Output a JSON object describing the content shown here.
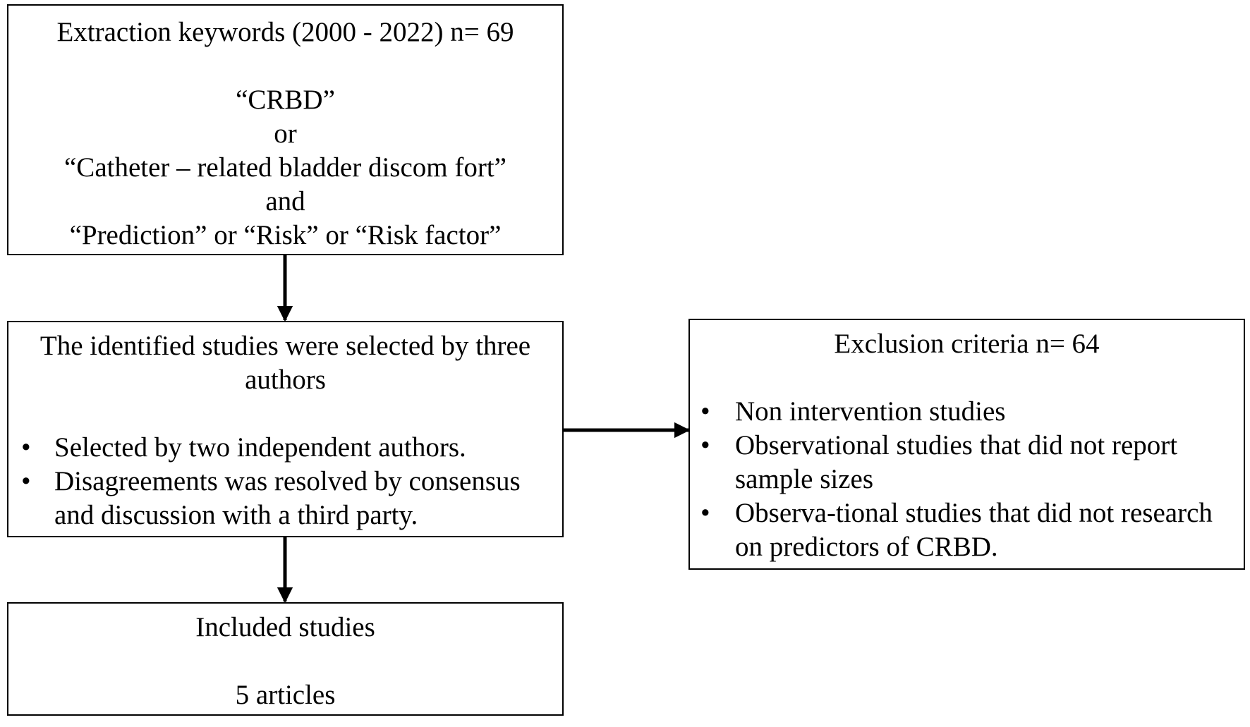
{
  "search_box": {
    "lines": [
      "Extraction keywords (2000 - 2022) n= 69",
      "“CRBD”",
      "or",
      "“Catheter – related bladder discom fort”",
      "and",
      "“Prediction” or “Risk” or “Risk factor”"
    ]
  },
  "selection_box": {
    "title_line1": "The identified studies were selected by three",
    "title_line2": "authors",
    "bullet_symbol": "•",
    "bullets": [
      {
        "line1": "Selected by two independent authors.",
        "line2": ""
      },
      {
        "line1": "Disagreements was resolved by consensus",
        "line2": "and discussion with a third party."
      }
    ]
  },
  "exclusion_box": {
    "title": "Exclusion criteria n= 64",
    "bullet_symbol": "•",
    "bullets": [
      {
        "line1": "Non intervention studies",
        "line2": ""
      },
      {
        "line1": "Observational studies that did not report",
        "line2": "sample sizes"
      },
      {
        "line1": "Observa-tional studies that did not research",
        "line2": "on predictors of CRBD."
      }
    ]
  },
  "included_box": {
    "title": "Included studies",
    "count": "5 articles"
  }
}
